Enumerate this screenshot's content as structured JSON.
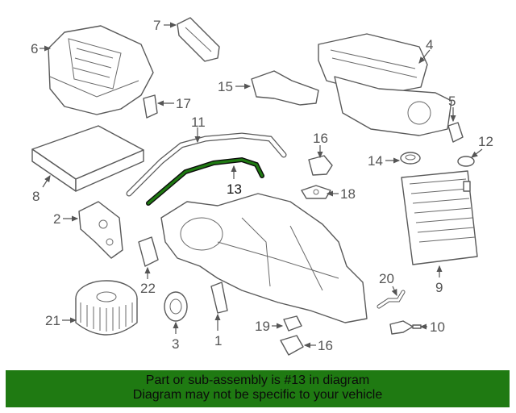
{
  "diagram": {
    "callouts": {
      "c1": "1",
      "c2": "2",
      "c3": "3",
      "c4": "4",
      "c5": "5",
      "c6": "6",
      "c7": "7",
      "c8": "8",
      "c9": "9",
      "c10": "10",
      "c11": "11",
      "c12": "12",
      "c13": "13",
      "c14": "14",
      "c15": "15",
      "c16a": "16",
      "c16b": "16",
      "c17": "17",
      "c18": "18",
      "c19": "19",
      "c20": "20",
      "c21": "21",
      "c22": "22"
    },
    "highlight_color": "#1f7a12"
  },
  "footer": {
    "line1": "Part or sub-assembly is #13 in diagram",
    "line2": "Diagram may not be specific to your vehicle",
    "background": "#1f7a12"
  }
}
